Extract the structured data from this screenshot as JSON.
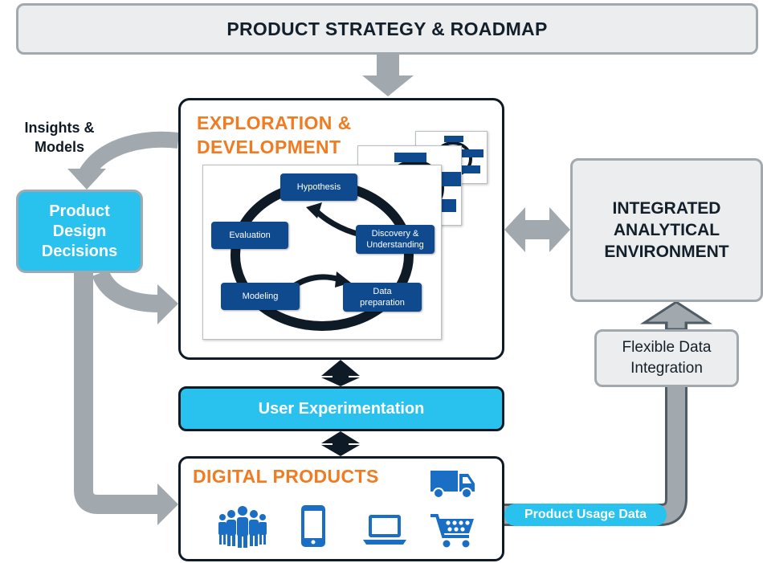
{
  "strategy": {
    "label": "PRODUCT STRATEGY & ROADMAP"
  },
  "exploration": {
    "title_line1": "EXPLORATION &",
    "title_line2": "DEVELOPMENT",
    "cycle": {
      "hypothesis": "Hypothesis",
      "discovery_line1": "Discovery &",
      "discovery_line2": "Understanding",
      "data_prep_line1": "Data",
      "data_prep_line2": "preparation",
      "modeling": "Modeling",
      "evaluation": "Evaluation"
    }
  },
  "insights": {
    "line1": "Insights &",
    "line2": "Models"
  },
  "product_design": {
    "line1": "Product",
    "line2": "Design",
    "line3": "Decisions"
  },
  "integrated_env": {
    "line1": "INTEGRATED",
    "line2": "ANALYTICAL",
    "line3": "ENVIRONMENT"
  },
  "flexible_data": {
    "line1": "Flexible Data",
    "line2": "Integration"
  },
  "user_experimentation": {
    "label": "User Experimentation"
  },
  "digital_products": {
    "title": "DIGITAL PRODUCTS",
    "icons": [
      "users-icon",
      "smartphone-icon",
      "laptop-icon",
      "truck-icon",
      "shopping-cart-icon"
    ]
  },
  "usage_data": {
    "label": "Product Usage Data"
  },
  "colors": {
    "accent_orange": "#f07b21",
    "cyan": "#29c2ee",
    "navy": "#0e1b26",
    "node_blue": "#0f4a8f",
    "arrow_gray": "#a2a9ae",
    "panel_gray": "#ecedee"
  }
}
